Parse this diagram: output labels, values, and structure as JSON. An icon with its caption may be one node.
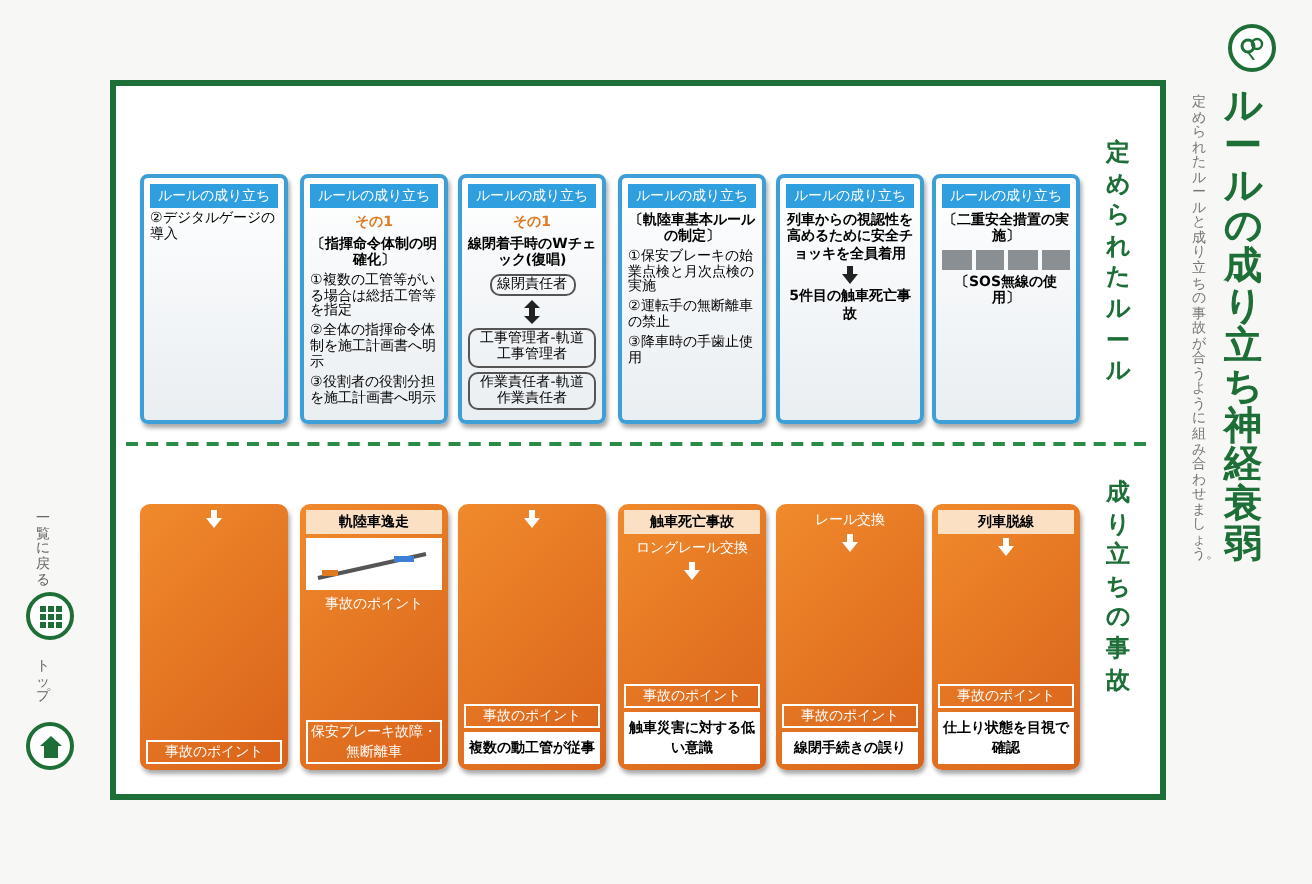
{
  "diagram": {
    "title": "ルールの成り立ち神経衰弱",
    "caption": "定められたルールと成り立ちの事故が合うように組み合わせましょう。",
    "nodes": [
      {
        "text": [
          "ルールの成り立ち",
          "②デジタルゲージの導入"
        ]
      },
      {
        "text": [
          "ルールの成り立ち",
          "その1",
          "〔指揮命令体制の明確化〕",
          "①複数の工管等がいる場合は総括工管等を指定",
          "②全体の指揮命令体制を施工計画書へ明示",
          "③役割者の役割分担を施工計画書へ明示"
        ]
      },
      {
        "text": [
          "ルールの成り立ち",
          "その1",
          "線閉着手時のWチェック(復唱)",
          "線閉責任者",
          "工事管理者-軌道工事管理者",
          "作業責任者-軌道作業責任者"
        ]
      },
      {
        "text": [
          "ルールの成り立ち",
          "〔軌陸車基本ルールの制定〕",
          "①保安ブレーキの始業点検と月次点検の実施",
          "②運転手の無断離車の禁止",
          "③降車時の手歯止使用"
        ]
      },
      {
        "text": [
          "ルールの成り立ち",
          "列車からの視認性を高めるために安全チョッキを全員着用",
          "5件目の触車死亡事故"
        ]
      },
      {
        "text": [
          "ルールの成り立ち",
          "〔二重安全措置の実施〕",
          "〔SOS無線の使用〕"
        ]
      },
      {
        "text": [
          "事故のポイント"
        ]
      },
      {
        "text": [
          "軌陸車逸走",
          "事故のポイント",
          "保安ブレーキ故障・無断離車"
        ]
      },
      {
        "text": [
          "事故のポイント",
          "複数の動工管が従事"
        ]
      },
      {
        "text": [
          "触車死亡事故",
          "ロングレール交換",
          "事故のポイント",
          "触車災害に対する低い意識"
        ]
      },
      {
        "text": [
          "レール交換",
          "事故のポイント",
          "線閉手続きの誤り"
        ]
      },
      {
        "text": [
          "列車脱線",
          "事故のポイント",
          "仕上り状態を目視で確認"
        ]
      }
    ],
    "edges": [],
    "labels": [
      "定められたルール",
      "成り立ちの事故",
      "一覧に戻る",
      "トップ"
    ]
  }
}
